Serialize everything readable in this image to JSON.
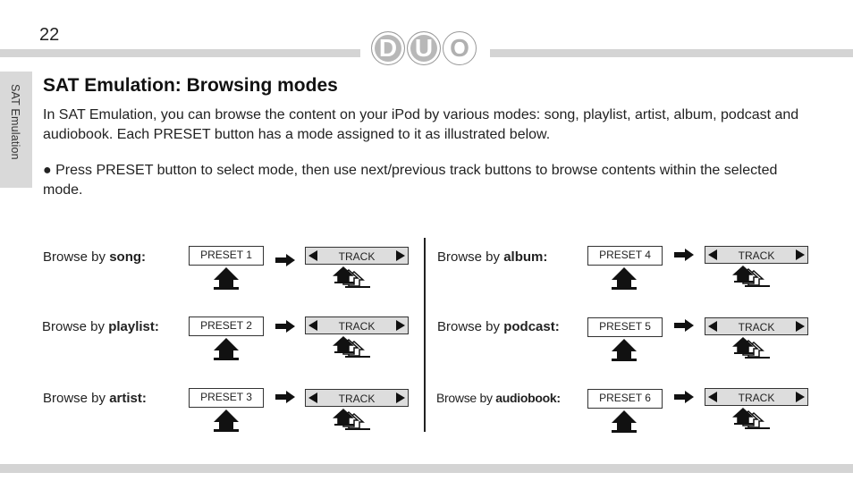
{
  "header": {
    "page_number": "22",
    "logo_letters": [
      "D",
      "U",
      "O"
    ]
  },
  "side_tab": {
    "label": "SAT Emulation"
  },
  "title": "SAT Emulation: Browsing modes",
  "intro": "In SAT Emulation, you can browse the content on your iPod by various modes: song, playlist, artist, album, podcast and audiobook. Each PRESET button has a mode assigned to it as illustrated below.",
  "bullet": "● Press PRESET button to select mode, then use next/previous track buttons to browse contents within the selected mode.",
  "browse_prefix": "Browse by ",
  "track_label": "TRACK",
  "modes": [
    {
      "mode": "song:",
      "preset": "PRESET 1"
    },
    {
      "mode": "playlist:",
      "preset": "PRESET 2"
    },
    {
      "mode": "artist:",
      "preset": "PRESET 3"
    },
    {
      "mode": "album:",
      "preset": "PRESET 4"
    },
    {
      "mode": "podcast:",
      "preset": "PRESET 5"
    },
    {
      "mode": "audiobook:",
      "preset": "PRESET 6"
    }
  ],
  "icons": {
    "single_press": "finger-press-icon",
    "multi_press": "multi-finger-press-icon",
    "arrow": "right-arrow-icon"
  },
  "colors": {
    "rule": "#d4d4d4",
    "side_tab": "#d9d9d9",
    "track_fill": "#dddddd"
  }
}
